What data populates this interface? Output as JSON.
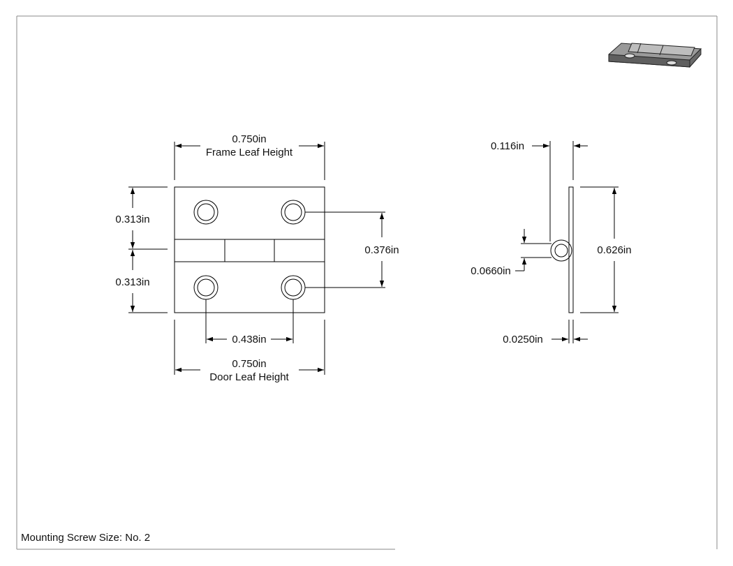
{
  "dimensions": {
    "top_width": "0.750in",
    "top_width_label": "Frame Leaf Height",
    "upper_half": "0.313in",
    "lower_half": "0.313in",
    "hole_spacing_vertical": "0.376in",
    "hole_spacing_horizontal": "0.438in",
    "bottom_width": "0.750in",
    "bottom_width_label": "Door Leaf Height",
    "side_thickness_total": "0.116in",
    "knuckle_diameter": "0.0660in",
    "side_height": "0.626in",
    "leaf_thickness": "0.0250in"
  },
  "note": "Mounting Screw Size: No. 2",
  "colors": {
    "line": "#000000",
    "frame": "#8a8a8a",
    "iso_light": "#bdbdbd",
    "iso_mid": "#8c8c8c",
    "iso_dark": "#5a5a5a"
  }
}
